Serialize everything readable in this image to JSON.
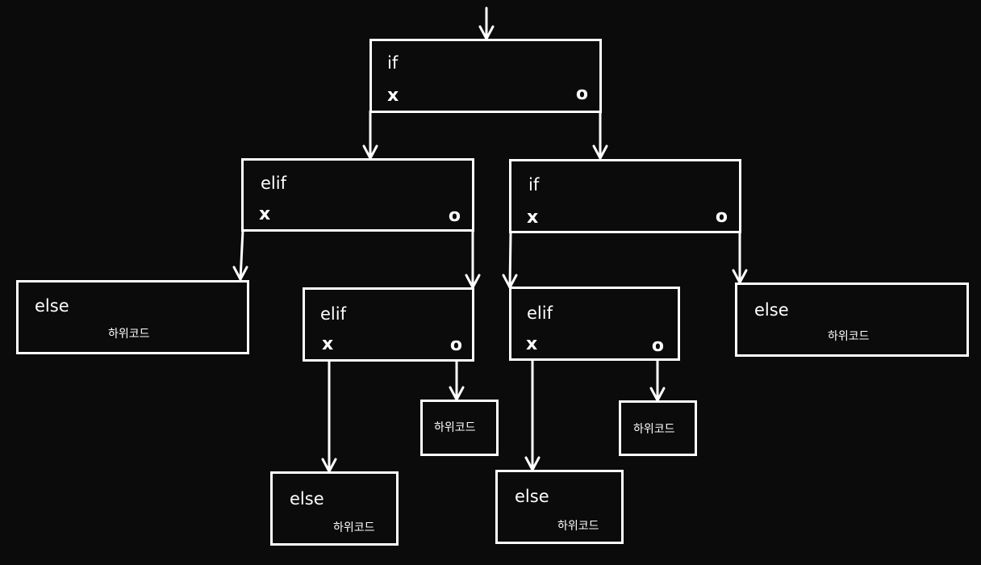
{
  "colors": {
    "background": "#0b0b0b",
    "stroke": "#ffffff",
    "text": "#ffffff"
  },
  "nodes": {
    "root_if": {
      "keyword": "if",
      "false_label": "x",
      "true_label": "o"
    },
    "elif_left": {
      "keyword": "elif",
      "false_label": "x",
      "true_label": "o"
    },
    "if_right": {
      "keyword": "if",
      "false_label": "x",
      "true_label": "o"
    },
    "else_far_left": {
      "keyword": "else",
      "sub_label": "하위코드"
    },
    "elif_mid_left": {
      "keyword": "elif",
      "false_label": "x",
      "true_label": "o"
    },
    "elif_mid_right": {
      "keyword": "elif",
      "false_label": "x",
      "true_label": "o"
    },
    "else_far_right": {
      "keyword": "else",
      "sub_label": "하위코드"
    },
    "sub_mid_left": {
      "sub_label": "하위코드"
    },
    "sub_mid_right": {
      "sub_label": "하위코드"
    },
    "else_bottom_left": {
      "keyword": "else",
      "sub_label": "하위코드"
    },
    "else_bottom_right": {
      "keyword": "else",
      "sub_label": "하위코드"
    }
  }
}
